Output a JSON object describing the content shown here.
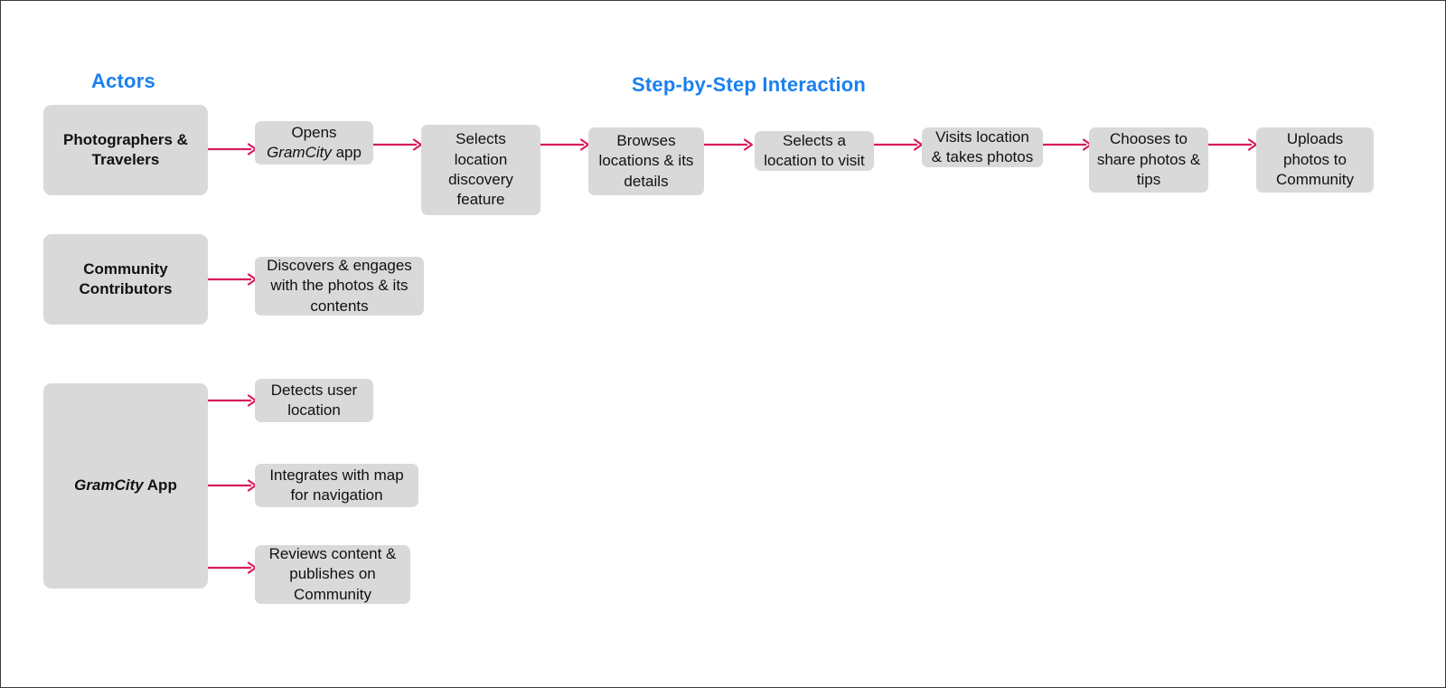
{
  "diagram": {
    "title_actors": "Actors",
    "title_steps": "Step-by-Step Interaction",
    "accent_color": "#1a80f0",
    "box_fill": "#d9d9d9",
    "arrow_color": "#d81b60",
    "frame_color": "#3a3a3a",
    "background": "#ffffff"
  },
  "actors": [
    {
      "id": "photographers",
      "label_line1": "Photographers &",
      "label_line2": "Travelers"
    },
    {
      "id": "community",
      "label_line1": "Community",
      "label_line2": "Contributors"
    },
    {
      "id": "gramcity",
      "label_italic": "GramCity",
      "label_rest": " App"
    }
  ],
  "steps": {
    "row_photographers": [
      {
        "id": "step-1",
        "line1": "Opens",
        "line2_italic": "GramCity",
        "line2_rest": " app"
      },
      {
        "id": "step-2",
        "text": "Selects location discovery feature"
      },
      {
        "id": "step-3",
        "text": "Browses locations & its details"
      },
      {
        "id": "step-4",
        "text": "Selects a location to visit"
      },
      {
        "id": "step-5",
        "text": "Visits location & takes photos"
      },
      {
        "id": "step-6",
        "text": "Chooses to share photos & tips"
      },
      {
        "id": "step-7",
        "text": "Uploads photos to Community"
      }
    ],
    "row_community": [
      {
        "id": "step-c1",
        "text": "Discovers & engages with the photos & its contents"
      }
    ],
    "row_gramcity": [
      {
        "id": "step-g1",
        "text": "Detects user location"
      },
      {
        "id": "step-g2",
        "text": "Integrates with map for navigation"
      },
      {
        "id": "step-g3",
        "text": "Reviews content & publishes on Community"
      }
    ]
  }
}
